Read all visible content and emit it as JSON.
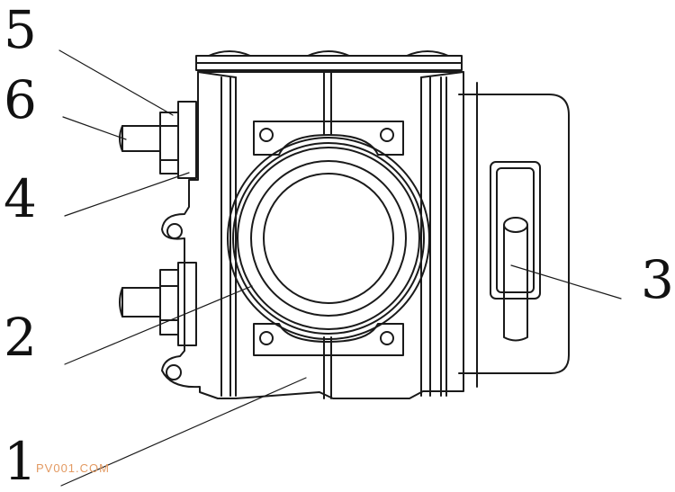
{
  "labels": {
    "l1": "1",
    "l2": "2",
    "l3": "3",
    "l4": "4",
    "l5": "5",
    "l6": "6"
  },
  "watermark": "PV001.COM",
  "colors": {
    "line": "#1a1a1a",
    "watermark": "#e39a62"
  }
}
